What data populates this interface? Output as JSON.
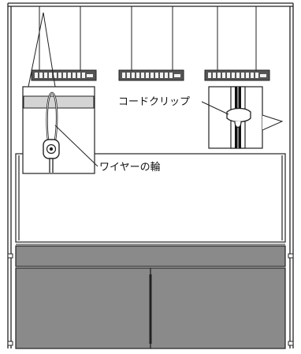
{
  "labels": {
    "cord_clip": "コードクリップ",
    "wire_loop": "ワイヤーの輪"
  },
  "icons": {
    "light_fixture": "led-light-bar-icon",
    "wire_loop_detail": "wire-loop-inset",
    "cord_clip_detail": "cord-clip-inset"
  },
  "colors": {
    "line": "#222222",
    "cabinet_fill": "#8a8a8a",
    "light_fill": "#555555",
    "light_slot": "#f2f2f2",
    "band_fill": "#d4d4d4"
  }
}
